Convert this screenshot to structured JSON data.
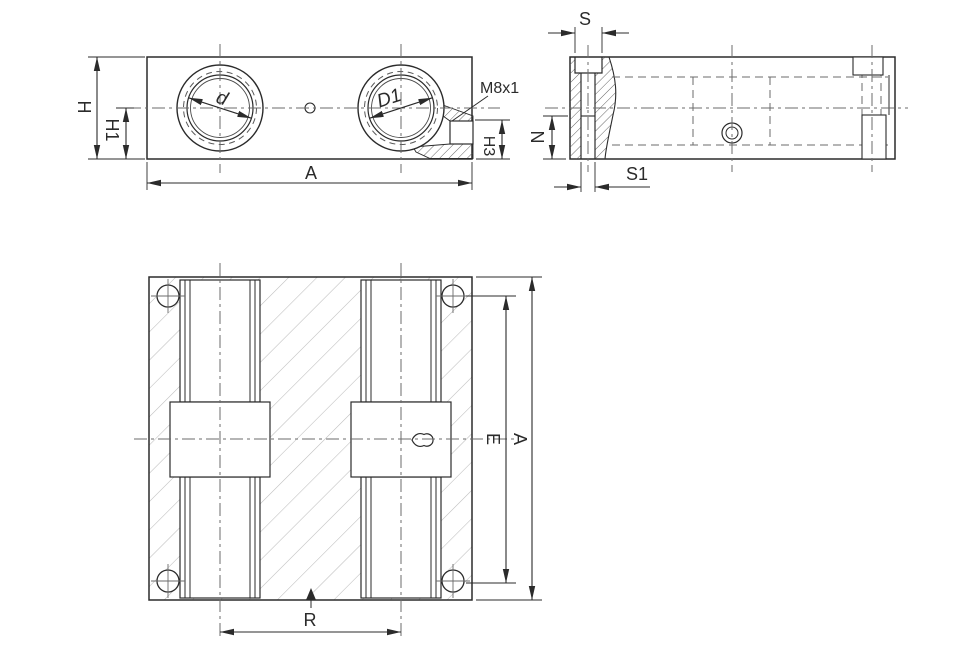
{
  "drawing": {
    "colors": {
      "line": "#2b2b2b",
      "centerline": "#6b6b6b",
      "hidden": "#6b6b6b",
      "hatch_light": "#bcbcbc",
      "hatch_dark": "#555555",
      "background": "#ffffff"
    },
    "views": {
      "front": {
        "labels": {
          "height": "H",
          "center_height": "H1",
          "width": "A",
          "shaft_bore": "d",
          "outer_bore": "D1",
          "thread": "M8x1",
          "nipple_height": "H3"
        }
      },
      "side": {
        "labels": {
          "slot_width": "S",
          "base_to_center": "N",
          "slot_width_bottom": "S1"
        }
      },
      "plan": {
        "labels": {
          "hole_spacing": "E",
          "overall_width": "A",
          "rail_spacing": "R"
        }
      }
    }
  }
}
